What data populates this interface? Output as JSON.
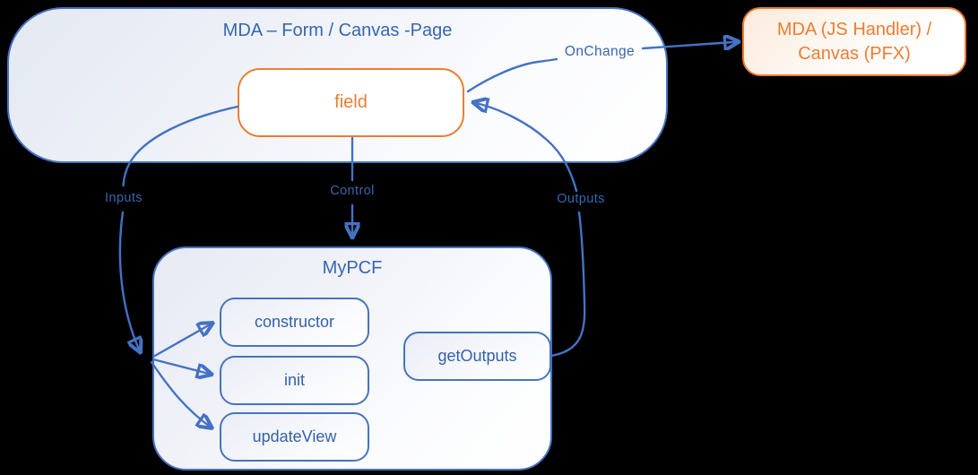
{
  "diagram": {
    "form_page": {
      "title": "MDA – Form / Canvas -Page"
    },
    "field": {
      "label": "field"
    },
    "handler": {
      "line1": "MDA (JS Handler) /",
      "line2": "Canvas (PFX)"
    },
    "mypcf": {
      "title": "MyPCF",
      "methods": [
        "constructor",
        "init",
        "updateView"
      ],
      "output_method": "getOutputs"
    },
    "edges": {
      "inputs": "Inputs",
      "control": "Control",
      "outputs": "Outputs",
      "onchange": "OnChange"
    },
    "colors": {
      "line_blue": "#4472C4",
      "text_blue": "#3865B1",
      "orange": "#ED7D31",
      "background": "#000000"
    }
  }
}
